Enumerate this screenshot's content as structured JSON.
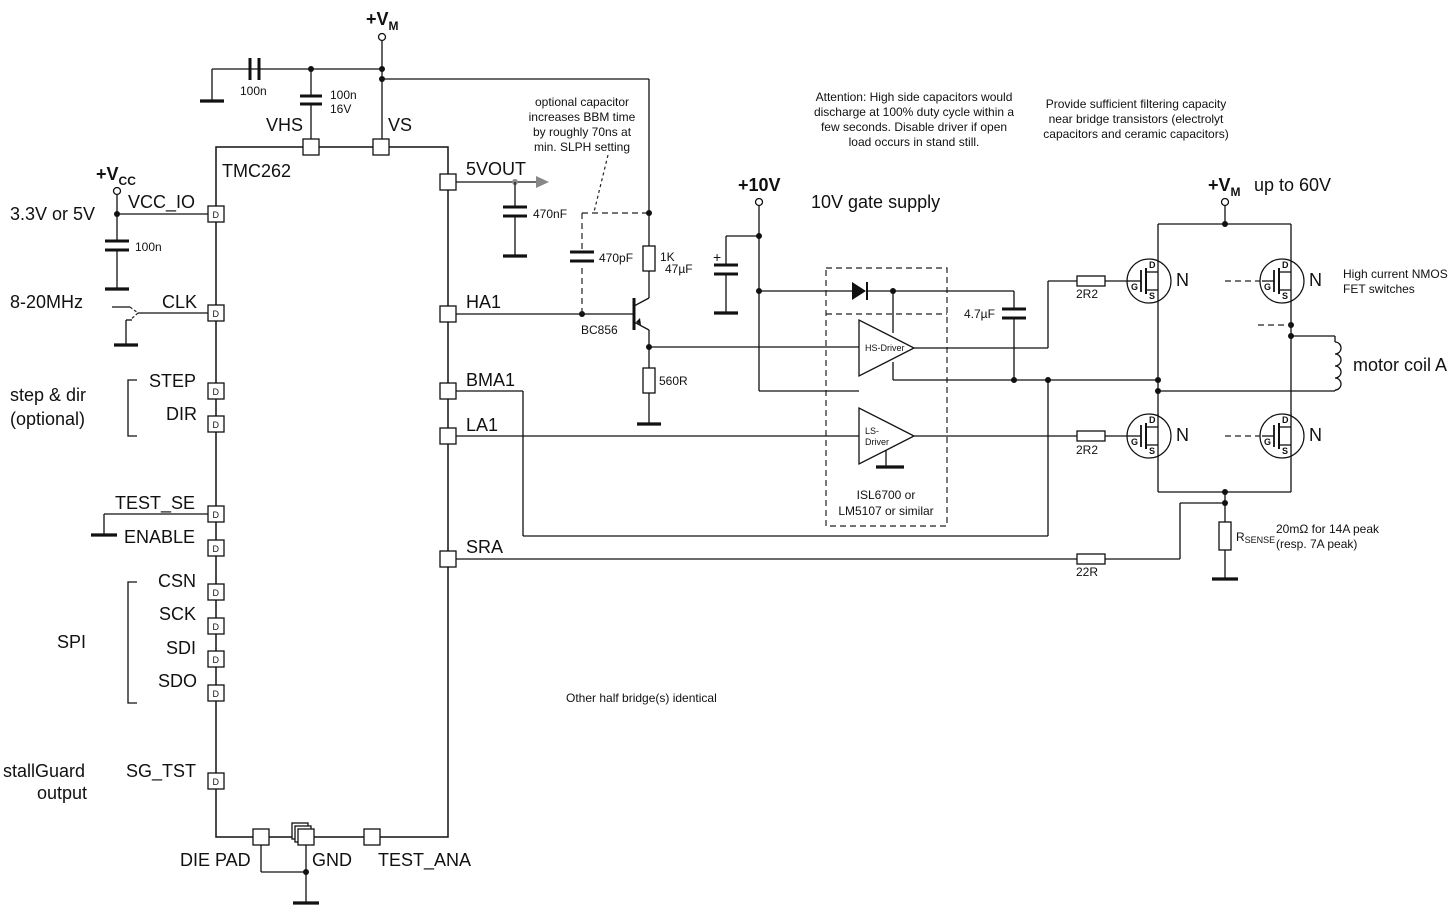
{
  "supplies": {
    "vm_top": "+V",
    "vm_sub": "M",
    "vcc": "+V",
    "vcc_sub": "CC",
    "v10": "+10V",
    "vm_bridge": "+V",
    "vm_bridge_sub": "M",
    "vm_bridge_note": "up to 60V",
    "gate_supply": "10V gate supply"
  },
  "chip": {
    "name": "TMC262",
    "pin_vhs": "VHS",
    "pin_vs": "VS",
    "pin_vcc_io": "VCC_IO",
    "pin_clk": "CLK",
    "pin_step": "STEP",
    "pin_dir": "DIR",
    "pin_test_se": "TEST_SE",
    "pin_enable": "ENABLE",
    "pin_csn": "CSN",
    "pin_sck": "SCK",
    "pin_sdi": "SDI",
    "pin_sdo": "SDO",
    "pin_sg_tst": "SG_TST",
    "pin_die_pad": "DIE PAD",
    "pin_gnd": "GND",
    "pin_test_ana": "TEST_ANA",
    "pin_5vout": "5VOUT",
    "pin_ha1": "HA1",
    "pin_bma1": "BMA1",
    "pin_la1": "LA1",
    "pin_sra": "SRA",
    "digital_marker": "D"
  },
  "left_labels": {
    "supply_range": "3.3V or 5V",
    "clock_range": "8-20MHz",
    "step_dir_line1": "step & dir",
    "step_dir_line2": "(optional)",
    "spi": "SPI",
    "stallguard_line1": "stallGuard",
    "stallguard_line2": "output"
  },
  "components": {
    "c_vhs_top": "100n",
    "c_vhs_val": "100n",
    "c_vhs_volt": "16V",
    "c_vcc": "100n",
    "c_5vout": "470nF",
    "c_opt": "470pF",
    "r_1k": "1K",
    "c_47u": "47µF",
    "transistor": "BC856",
    "r_560": "560R",
    "c_boot": "4.7µF",
    "r_gate_hi": "2R2",
    "r_gate_lo": "2R2",
    "r_sra": "22R",
    "hs_driver": "HS-Driver",
    "ls_driver_1": "LS-",
    "ls_driver_2": "Driver",
    "driver_ic_1": "ISL6700 or",
    "driver_ic_2": "LM5107 or similar",
    "fet_letter": "N",
    "fet_d": "D",
    "fet_g": "G",
    "fet_s": "S",
    "motor": "motor coil A",
    "rsense_r": "R",
    "rsense_sub": "SENSE",
    "rsense_note_1": "20mΩ for 14A peak",
    "rsense_note_2": "(resp. 7A peak)"
  },
  "notes": {
    "opt_cap": [
      "optional capacitor",
      "increases BBM time",
      "by roughly 70ns at",
      "min. SLPH setting"
    ],
    "attention": [
      "Attention: High side capacitors would",
      "discharge at 100% duty cycle within a",
      "few seconds. Disable driver if open",
      "load occurs in stand still."
    ],
    "filtering": [
      "Provide sufficient filtering capacity",
      "near bridge transistors (electrolyt",
      "capacitors and ceramic capacitors)"
    ],
    "high_current": [
      "High current NMOS",
      "FET switches"
    ],
    "half_bridge": "Other half bridge(s) identical"
  }
}
